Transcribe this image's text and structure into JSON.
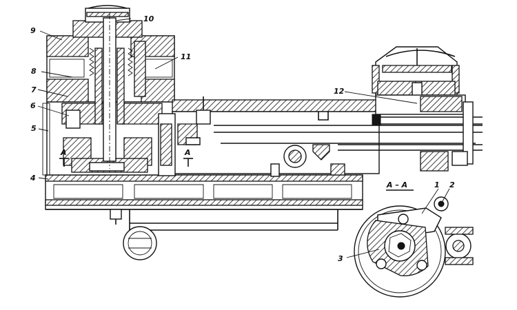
{
  "figure": {
    "callouts": {
      "n1": "1",
      "n2": "2",
      "n3": "3",
      "n4": "4",
      "n5": "5",
      "n6": "6",
      "n7": "7",
      "n8": "8",
      "n9": "9",
      "n10": "10",
      "n11": "11",
      "n12": "12"
    },
    "section_marks": {
      "section_title": "A – A",
      "mark_left": "A",
      "mark_right": "A"
    }
  }
}
